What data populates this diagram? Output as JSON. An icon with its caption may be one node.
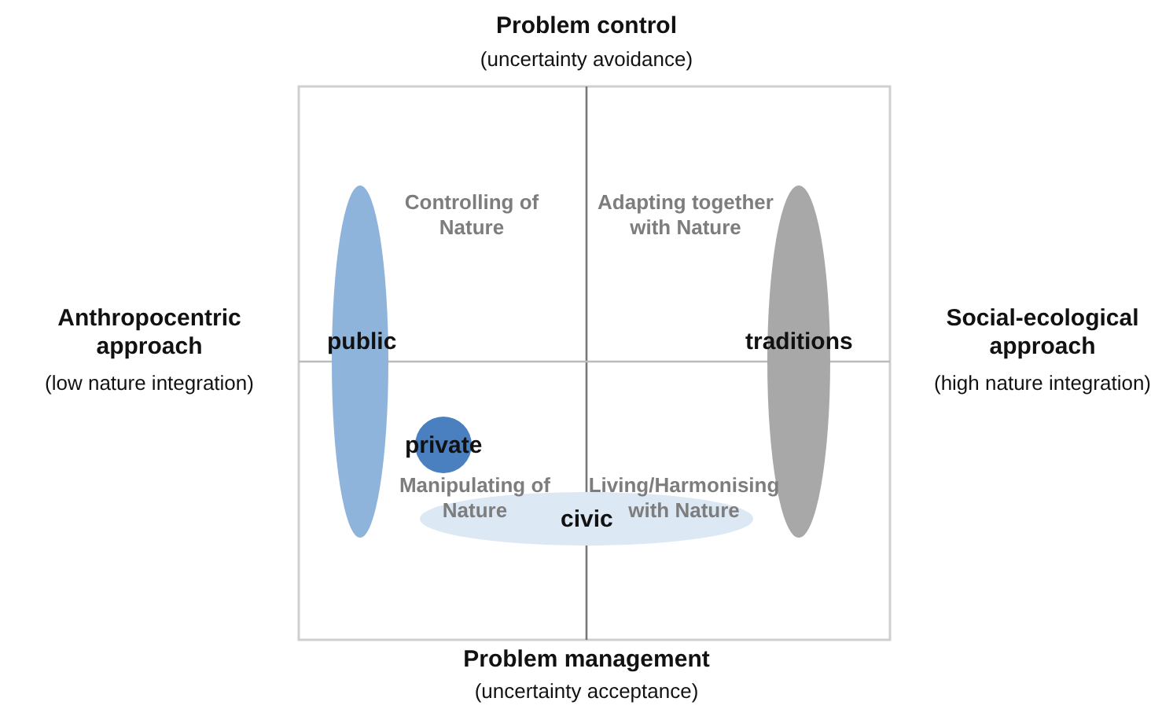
{
  "diagram": {
    "nodes": [
      {
        "text": [
          "public"
        ]
      },
      {
        "text": [
          "traditions"
        ]
      },
      {
        "text": [
          "private"
        ]
      },
      {
        "text": [
          "civic"
        ]
      }
    ],
    "edges": [],
    "labels": [
      "Problem control",
      "(uncertainty avoidance)",
      "Controlling of Nature",
      "Adapting together with Nature",
      "Anthropocentric approach",
      "(low nature integration)",
      "Social-ecological approach",
      "(high nature integration)",
      "Manipulating of Nature",
      "Living/Harmonising with Nature",
      "Problem management",
      "(uncertainty acceptance)"
    ]
  }
}
